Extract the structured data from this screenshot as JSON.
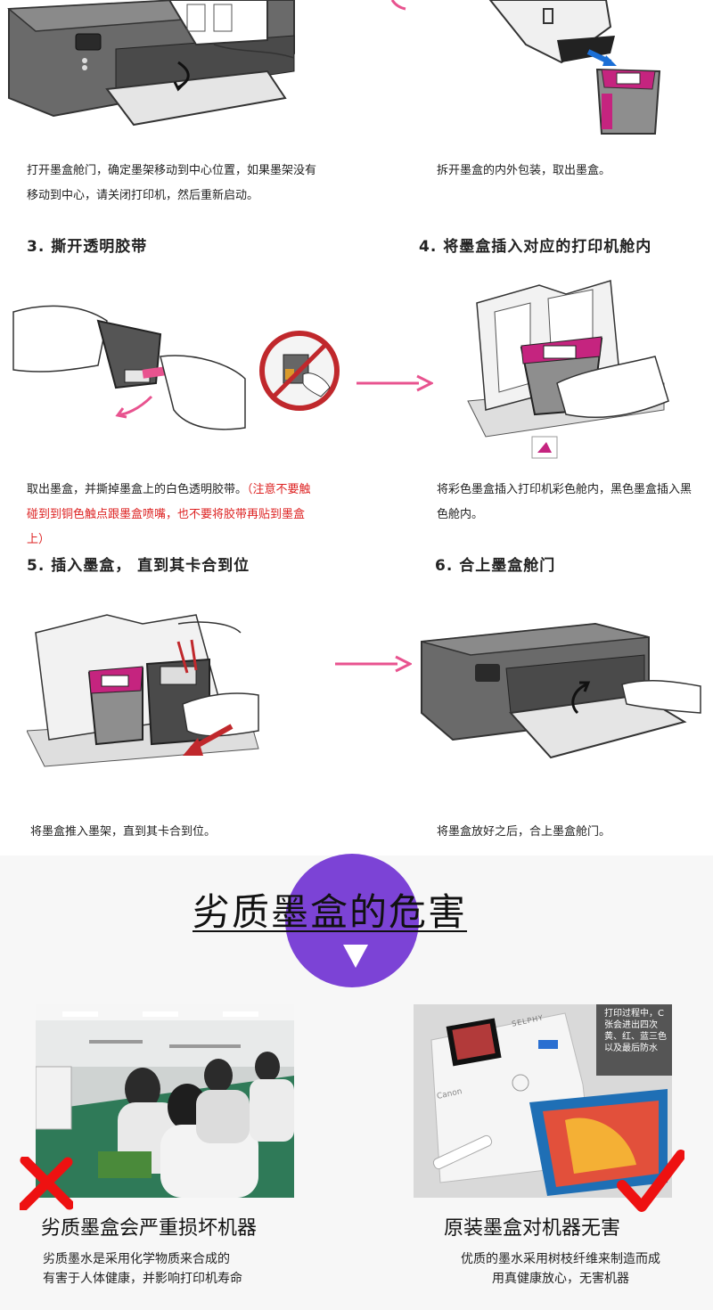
{
  "colors": {
    "accent_pink": "#e8538f",
    "magenta": "#c5247f",
    "printer_gray": "#5a5a5a",
    "circle_purple": "#7c43d6",
    "warning_red": "#dd2222",
    "check_red": "#ee1111"
  },
  "steps": {
    "step1_caption": "打开墨盒舱门，确定墨架移动到中心位置，如果墨架没有移动到中心，请关闭打印机，然后重新启动。",
    "step2_caption": "拆开墨盒的内外包装，取出墨盒。",
    "step3_title": "3. 撕开透明胶带",
    "step3_caption_main": "取出墨盒，并撕掉墨盒上的白色透明胶带。",
    "step3_caption_warning": "（注意不要触碰到到铜色触点跟墨盒喷嘴，也不要将胶带再贴到墨盒上）",
    "step4_title": "4. 将墨盒插入对应的打印机舱内",
    "step4_caption": "将彩色墨盒插入打印机彩色舱内，黑色墨盒插入黑色舱内。",
    "step5_title": "5. 插入墨盒，  直到其卡合到位",
    "step5_caption": "将墨盒推入墨架，直到其卡合到位。",
    "step6_title": "6. 合上墨盒舱门",
    "step6_caption": "将墨盒放好之后，合上墨盒舱门。"
  },
  "comparison": {
    "title": "劣质墨盒的危害",
    "bad": {
      "heading": "劣质墨盒会严重损坏机器",
      "line1": "劣质墨水是采用化学物质来合成的",
      "line2": "有害于人体健康，并影响打印机寿命"
    },
    "good": {
      "heading": "原装墨盒对机器无害",
      "line1": "优质的墨水采用树枝纤维来制造而成",
      "line2": "用真健康放心，无害机器",
      "photo_text_1": "打印过程中，C",
      "photo_text_2": "张会进出四次",
      "photo_text_3": "黄、红、蓝三色",
      "photo_text_4": "以及最后防水",
      "brand_text": "Canon",
      "model_text": "SELPHY"
    }
  },
  "icons": {
    "down": "triangle-down-icon",
    "cross": "red-x-icon",
    "check": "red-check-icon",
    "arrow": "right-arrow-icon"
  }
}
